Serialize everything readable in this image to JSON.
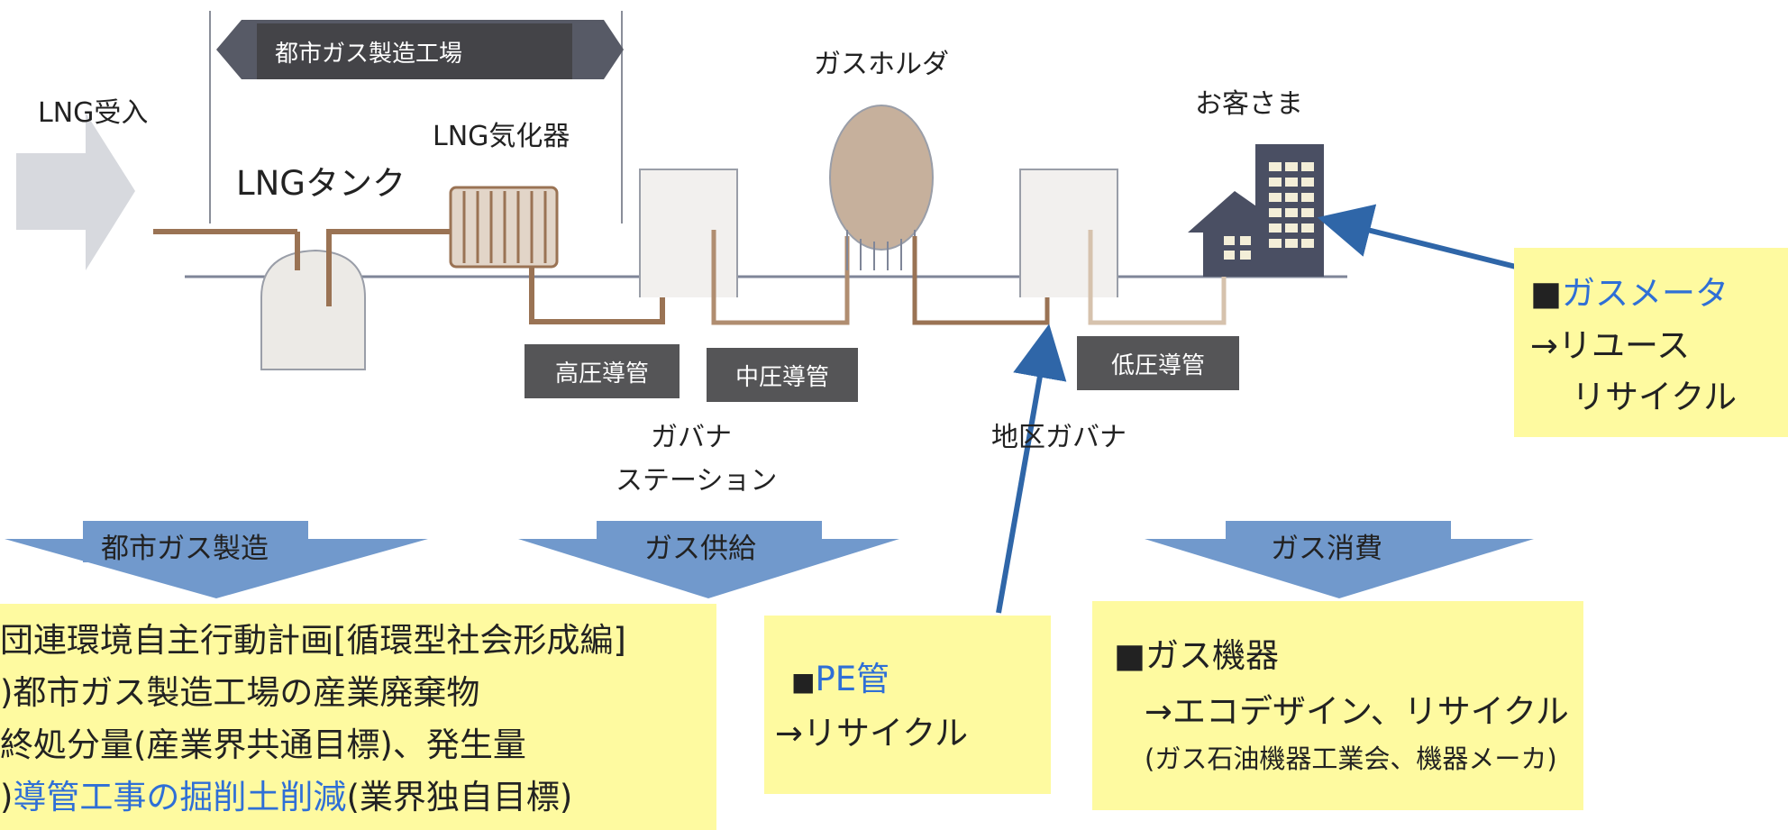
{
  "banner": {
    "factory": "都市ガス製造工場"
  },
  "labels": {
    "lng_receive": "LNG受入",
    "lng_tank": "LNGタンク",
    "lng_vaporizer": "LNG気化器",
    "gas_holder": "ガスホルダ",
    "customer": "お客さま",
    "governor_station_1": "ガバナ",
    "governor_station_2": "ステーション",
    "district_governor": "地区ガバナ"
  },
  "pipes": {
    "high": "高圧導管",
    "mid": "中圧導管",
    "low": "低圧導管"
  },
  "stages": {
    "production": "都市ガス製造",
    "supply": "ガス供給",
    "consumption": "ガス消費"
  },
  "boxes": {
    "meter": {
      "bullet": "■",
      "title": "ガスメータ",
      "line2": "→リユース",
      "line3": "リサイクル"
    },
    "pe": {
      "bullet": "■",
      "title": "PE管",
      "line2": "→リサイクル"
    },
    "appliance": {
      "title": "■ガス機器",
      "line2": "→エコデザイン、リサイクル",
      "line3": "(ガス石油機器工業会、機器メーカ)"
    },
    "left": {
      "line1": "団連環境自主行動計画[循環型社会形成編]",
      "line2": ")都市ガス製造工場の産業廃棄物",
      "line3": "終処分量(産業界共通目標)、発生量",
      "line4a": ")",
      "line4b": "導管工事の掘削土削減",
      "line4c": "(業界独自目標)"
    }
  },
  "colors": {
    "pipe": "#9a7354",
    "pipe_light": "#c9ab90",
    "ground": "#7f8698",
    "arrow_blue": "#2f66a8",
    "stage_arrow": "#7199cc",
    "note_fill": "#fefaa0",
    "link_text": "#2f6fd6",
    "building": "#4a4f63"
  }
}
